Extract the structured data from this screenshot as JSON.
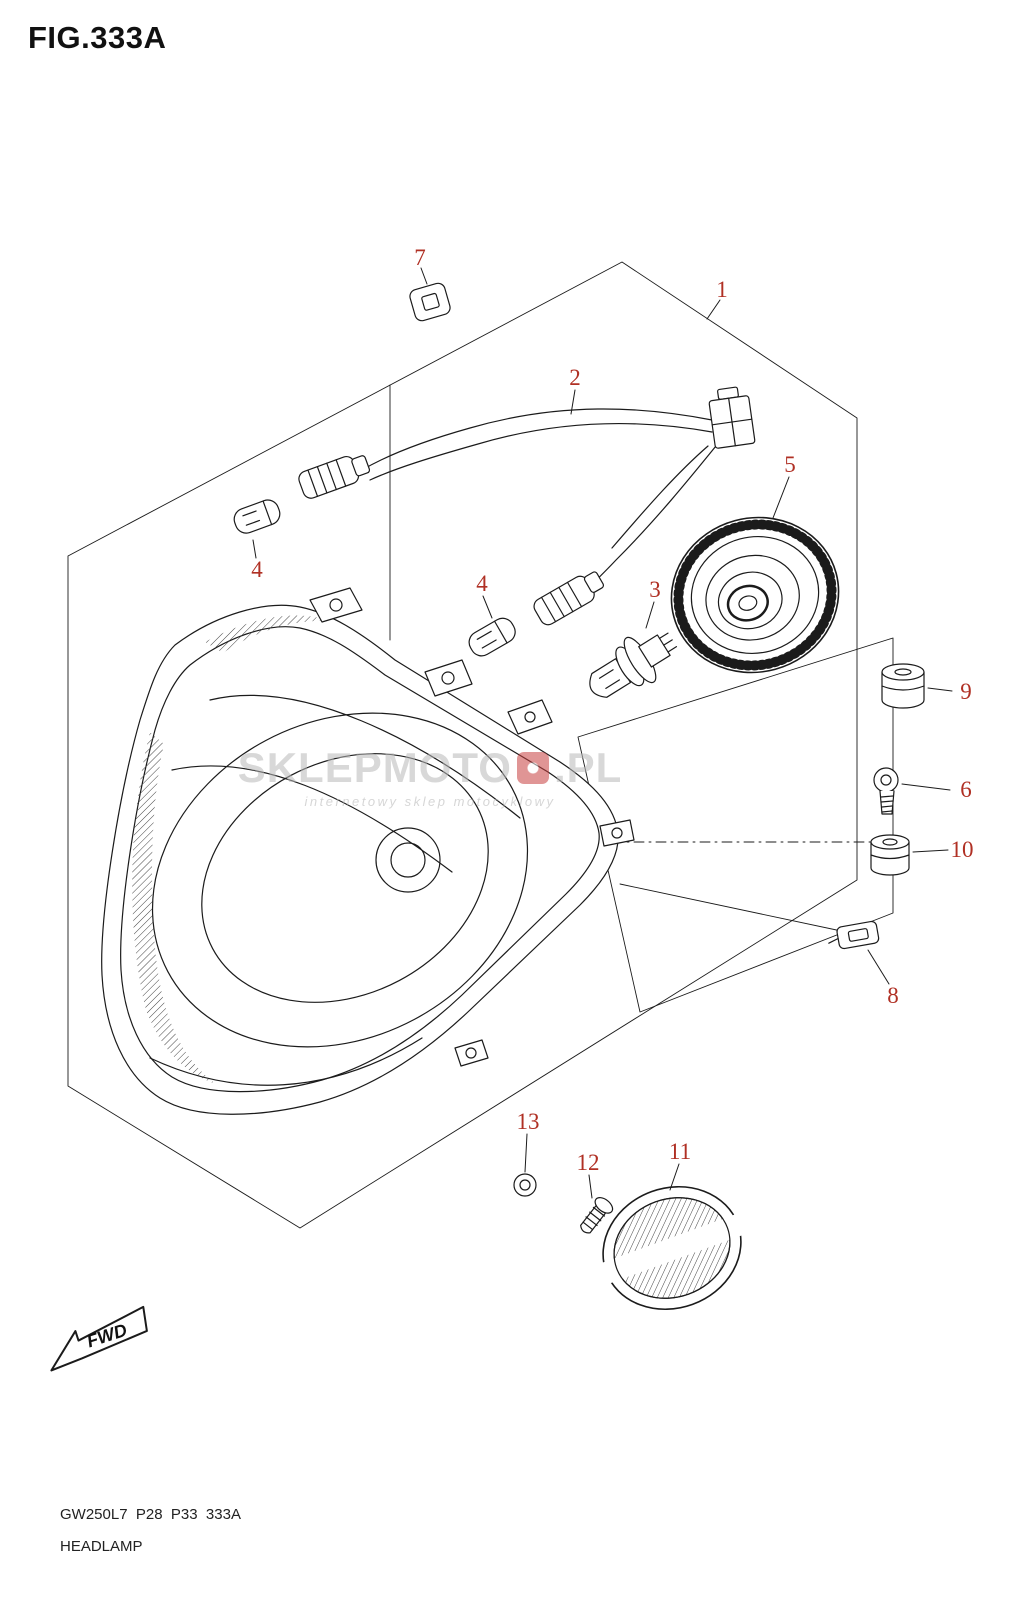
{
  "page": {
    "title": "FIG.333A",
    "fwd_label": "FWD",
    "footer_code": "GW250L7  P28  P33  333A",
    "footer_name": "HEADLAMP"
  },
  "watermark": {
    "brand": "SKLEPMOTO",
    "suffix": ".PL",
    "subtitle": "internetowy sklep motocyklowy"
  },
  "diagram": {
    "parts": [
      {
        "label": "7"
      },
      {
        "label": "1"
      },
      {
        "label": "2"
      },
      {
        "label": "5"
      },
      {
        "label": "4"
      },
      {
        "label": "4"
      },
      {
        "label": "3"
      },
      {
        "label": "9"
      },
      {
        "label": "6"
      },
      {
        "label": "10"
      },
      {
        "label": "8"
      },
      {
        "label": "13"
      },
      {
        "label": "12"
      },
      {
        "label": "11"
      }
    ]
  }
}
